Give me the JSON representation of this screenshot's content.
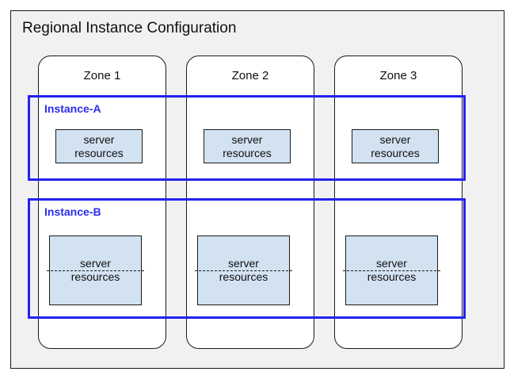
{
  "diagram": {
    "title": "Regional Instance Configuration",
    "background_color": "#f1f1f1",
    "frame_border_color": "#1a1a1a"
  },
  "zones": [
    {
      "label": "Zone 1"
    },
    {
      "label": "Zone 2"
    },
    {
      "label": "Zone 3"
    }
  ],
  "instances": [
    {
      "label": "Instance-A",
      "label_color": "#2b2bee",
      "band_color": "#2222ee",
      "resources": [
        {
          "line1": "server",
          "line2": "resources",
          "divided": false
        },
        {
          "line1": "server",
          "line2": "resources",
          "divided": false
        },
        {
          "line1": "server",
          "line2": "resources",
          "divided": false
        }
      ]
    },
    {
      "label": "Instance-B",
      "label_color": "#2b2bee",
      "band_color": "#2222ee",
      "resources": [
        {
          "line1": "server",
          "line2": "resources",
          "divided": true
        },
        {
          "line1": "server",
          "line2": "resources",
          "divided": true
        },
        {
          "line1": "server",
          "line2": "resources",
          "divided": true
        }
      ]
    }
  ],
  "colors": {
    "resource_fill": "#d2e2f1",
    "resource_border": "#1a1a1a",
    "zone_fill": "#ffffff",
    "instance_blue": "#2222ee"
  }
}
